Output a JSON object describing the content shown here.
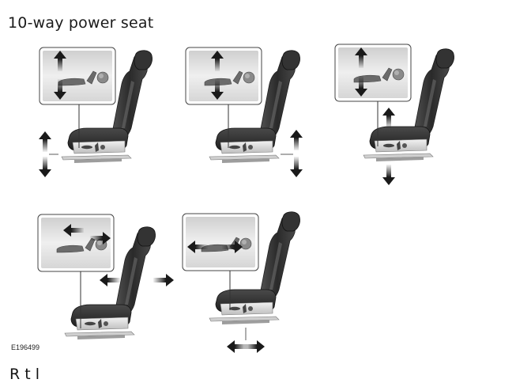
{
  "section": {
    "title": "10-way power seat"
  },
  "figure": {
    "id": "E196499"
  },
  "next_section": {
    "title_fragment": "R   t  l"
  },
  "panels": [
    {
      "name": "seat-height-adjust",
      "arrows": [
        "up",
        "down"
      ]
    },
    {
      "name": "rear-cushion-height-adjust",
      "arrows": [
        "up",
        "down"
      ]
    },
    {
      "name": "front-cushion-height-adjust",
      "arrows": [
        "up",
        "down"
      ]
    },
    {
      "name": "seatback-recline-adjust",
      "arrows": [
        "forward",
        "backward"
      ]
    },
    {
      "name": "seat-fore-aft-adjust",
      "arrows": [
        "forward",
        "backward"
      ]
    }
  ],
  "colors": {
    "seat_dark": "#3a3a3a",
    "seat_light": "#d9d9d9",
    "inset_bg": "#e6e6e6",
    "arrow": "#1a1a1a"
  }
}
